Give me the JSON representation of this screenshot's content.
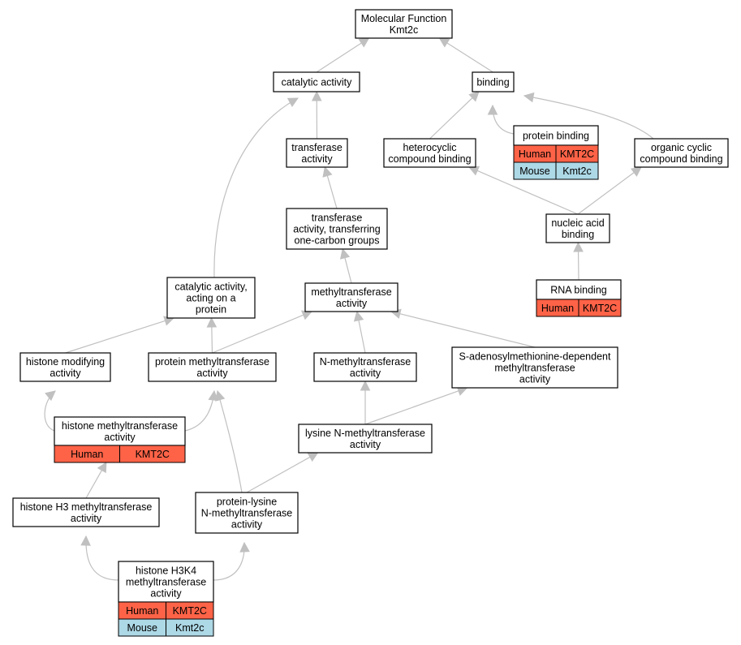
{
  "colors": {
    "human": "#ff6347",
    "mouse": "#add8e6",
    "edge": "#c0c0c0",
    "border": "#000000"
  },
  "nodes": [
    {
      "id": "root",
      "lines": [
        "Molecular Function",
        "Kmt2c"
      ],
      "species": []
    },
    {
      "id": "catalytic_activity",
      "lines": [
        "catalytic activity"
      ],
      "species": []
    },
    {
      "id": "binding",
      "lines": [
        "binding"
      ],
      "species": []
    },
    {
      "id": "transferase_activity",
      "lines": [
        "transferase",
        "activity"
      ],
      "species": []
    },
    {
      "id": "heterocyclic_compound_binding",
      "lines": [
        "heterocyclic",
        "compound binding"
      ],
      "species": []
    },
    {
      "id": "protein_binding",
      "lines": [
        "protein binding"
      ],
      "species": [
        {
          "species": "Human",
          "gene": "KMT2C"
        },
        {
          "species": "Mouse",
          "gene": "Kmt2c"
        }
      ]
    },
    {
      "id": "organic_cyclic_compound_binding",
      "lines": [
        "organic cyclic",
        "compound binding"
      ],
      "species": []
    },
    {
      "id": "transferase_one_carbon",
      "lines": [
        "transferase",
        "activity, transferring",
        "one-carbon groups"
      ],
      "species": []
    },
    {
      "id": "nucleic_acid_binding",
      "lines": [
        "nucleic acid",
        "binding"
      ],
      "species": []
    },
    {
      "id": "catalytic_on_protein",
      "lines": [
        "catalytic activity,",
        "acting on a",
        "protein"
      ],
      "species": []
    },
    {
      "id": "methyltransferase_activity",
      "lines": [
        "methyltransferase",
        "activity"
      ],
      "species": []
    },
    {
      "id": "rna_binding",
      "lines": [
        "RNA binding"
      ],
      "species": [
        {
          "species": "Human",
          "gene": "KMT2C"
        }
      ]
    },
    {
      "id": "histone_modifying",
      "lines": [
        "histone modifying",
        "activity"
      ],
      "species": []
    },
    {
      "id": "protein_methyltransferase",
      "lines": [
        "protein methyltransferase",
        "activity"
      ],
      "species": []
    },
    {
      "id": "n_methyltransferase",
      "lines": [
        "N-methyltransferase",
        "activity"
      ],
      "species": []
    },
    {
      "id": "sam_dependent",
      "lines": [
        "S-adenosylmethionine-dependent",
        "methyltransferase",
        "activity"
      ],
      "species": []
    },
    {
      "id": "histone_methyltransferase",
      "lines": [
        "histone methyltransferase",
        "activity"
      ],
      "species": [
        {
          "species": "Human",
          "gene": "KMT2C"
        }
      ]
    },
    {
      "id": "lysine_n_methyltransferase",
      "lines": [
        "lysine N-methyltransferase",
        "activity"
      ],
      "species": []
    },
    {
      "id": "histone_h3_methyltransferase",
      "lines": [
        "histone H3 methyltransferase",
        "activity"
      ],
      "species": []
    },
    {
      "id": "protein_lysine_n_methyltransferase",
      "lines": [
        "protein-lysine",
        "N-methyltransferase",
        "activity"
      ],
      "species": []
    },
    {
      "id": "histone_h3k4_methyltransferase",
      "lines": [
        "histone H3K4",
        "methyltransferase",
        "activity"
      ],
      "species": [
        {
          "species": "Human",
          "gene": "KMT2C"
        },
        {
          "species": "Mouse",
          "gene": "Kmt2c"
        }
      ]
    }
  ],
  "edges": [
    {
      "from": "catalytic_activity",
      "to": "root"
    },
    {
      "from": "binding",
      "to": "root"
    },
    {
      "from": "transferase_activity",
      "to": "catalytic_activity"
    },
    {
      "from": "catalytic_on_protein",
      "to": "catalytic_activity"
    },
    {
      "from": "heterocyclic_compound_binding",
      "to": "binding"
    },
    {
      "from": "protein_binding",
      "to": "binding"
    },
    {
      "from": "organic_cyclic_compound_binding",
      "to": "binding"
    },
    {
      "from": "transferase_one_carbon",
      "to": "transferase_activity"
    },
    {
      "from": "nucleic_acid_binding",
      "to": "heterocyclic_compound_binding"
    },
    {
      "from": "nucleic_acid_binding",
      "to": "organic_cyclic_compound_binding"
    },
    {
      "from": "rna_binding",
      "to": "nucleic_acid_binding"
    },
    {
      "from": "methyltransferase_activity",
      "to": "transferase_one_carbon"
    },
    {
      "from": "histone_modifying",
      "to": "catalytic_on_protein"
    },
    {
      "from": "protein_methyltransferase",
      "to": "catalytic_on_protein"
    },
    {
      "from": "protein_methyltransferase",
      "to": "methyltransferase_activity"
    },
    {
      "from": "n_methyltransferase",
      "to": "methyltransferase_activity"
    },
    {
      "from": "sam_dependent",
      "to": "methyltransferase_activity"
    },
    {
      "from": "histone_methyltransferase",
      "to": "histone_modifying"
    },
    {
      "from": "histone_methyltransferase",
      "to": "protein_methyltransferase"
    },
    {
      "from": "lysine_n_methyltransferase",
      "to": "n_methyltransferase"
    },
    {
      "from": "lysine_n_methyltransferase",
      "to": "sam_dependent"
    },
    {
      "from": "histone_h3_methyltransferase",
      "to": "histone_methyltransferase"
    },
    {
      "from": "protein_lysine_n_methyltransferase",
      "to": "protein_methyltransferase"
    },
    {
      "from": "protein_lysine_n_methyltransferase",
      "to": "lysine_n_methyltransferase"
    },
    {
      "from": "histone_h3k4_methyltransferase",
      "to": "histone_h3_methyltransferase"
    },
    {
      "from": "histone_h3k4_methyltransferase",
      "to": "protein_lysine_n_methyltransferase"
    }
  ]
}
